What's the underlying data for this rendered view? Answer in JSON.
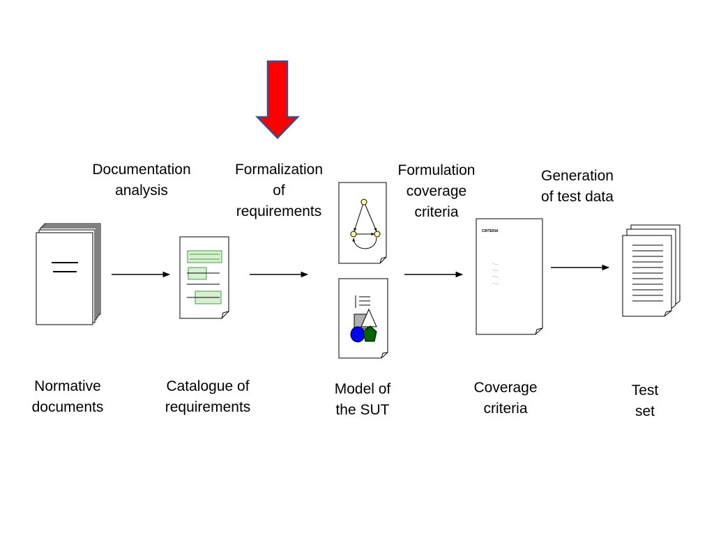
{
  "highlight_arrow_color": "#ff0000",
  "steps": {
    "documentation_analysis": [
      "Documentation",
      "analysis"
    ],
    "formalization": [
      "Formalization",
      "of",
      "requirements"
    ],
    "formulation": [
      "Formulation",
      "coverage",
      "criteria"
    ],
    "generation": [
      "Generation",
      "of test data"
    ]
  },
  "artifacts": {
    "normative": [
      "Normative",
      "documents"
    ],
    "catalogue": [
      "Catalogue of",
      "requirements"
    ],
    "model": [
      "Model of",
      "the SUT"
    ],
    "coverage": [
      "Coverage",
      "criteria"
    ],
    "test_set": [
      "Test",
      "set"
    ]
  },
  "criteria_doc": {
    "header": "CRITERIA",
    "items": [
      "- ...",
      "- ...",
      "- ...",
      "- ..."
    ]
  },
  "colors": {
    "green_fill": "#d8f0d0",
    "green_stroke": "#40a040",
    "ellipse": "#0000ff",
    "pentagon": "#006400",
    "gray_shape": "#b0b0b0",
    "node_fill": "#ffff99"
  }
}
